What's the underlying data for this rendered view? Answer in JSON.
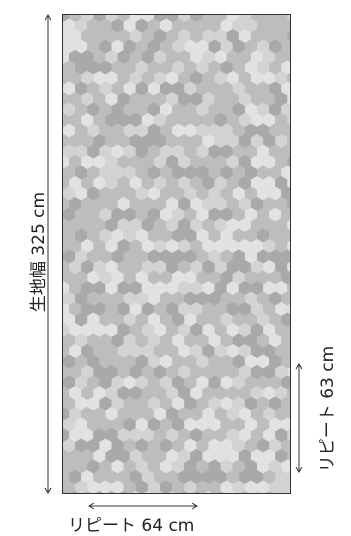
{
  "labels": {
    "fabric_width": "生地幅 325 cm",
    "repeat_vertical": "リピート 63 cm",
    "repeat_horizontal": "リピート 64 cm"
  },
  "colors": {
    "pattern_dark": "#a9a9a9",
    "pattern_mid": "#bdbdbd",
    "pattern_light": "#d3d3d3",
    "pattern_pale": "#e2e2e2",
    "outline": "#333333"
  }
}
